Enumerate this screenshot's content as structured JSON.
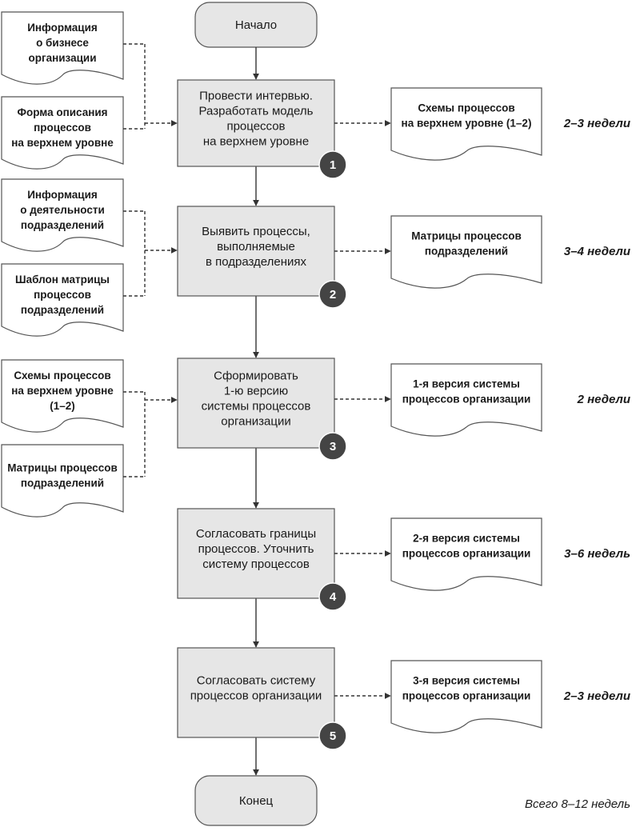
{
  "start_label": "Начало",
  "end_label": "Конец",
  "total_duration": "Всего 8–12 недель",
  "steps": [
    {
      "number": "1",
      "text": [
        "Провести интервью.",
        "Разработать модель",
        "процессов",
        "на верхнем уровне"
      ],
      "inputs": [
        [
          "Информация",
          "о бизнесе",
          "организации"
        ],
        [
          "Форма описания",
          "процессов",
          "на верхнем уровне"
        ]
      ],
      "output": [
        "Схемы процессов",
        "на верхнем уровне (1–2)"
      ],
      "duration": "2–3 недели"
    },
    {
      "number": "2",
      "text": [
        "Выявить процессы,",
        "выполняемые",
        "в подразделениях"
      ],
      "inputs": [
        [
          "Информация",
          "о деятельности",
          "подразделений"
        ],
        [
          "Шаблон матрицы",
          "процессов",
          "подразделений"
        ]
      ],
      "output": [
        "Матрицы процессов",
        "подразделений"
      ],
      "duration": "3–4 недели"
    },
    {
      "number": "3",
      "text": [
        "Сформировать",
        "1-ю версию",
        "системы процессов",
        "организации"
      ],
      "inputs": [
        [
          "Схемы процессов",
          "на верхнем уровне",
          "(1–2)"
        ],
        [
          "Матрицы процессов",
          "подразделений"
        ]
      ],
      "output": [
        "1-я версия системы",
        "процессов организации"
      ],
      "duration": "2 недели"
    },
    {
      "number": "4",
      "text": [
        "Согласовать границы",
        "процессов. Уточнить",
        "систему процессов"
      ],
      "inputs": [],
      "output": [
        "2-я версия системы",
        "процессов организации"
      ],
      "duration": "3–6 недель"
    },
    {
      "number": "5",
      "text": [
        "Согласовать систему",
        "процессов организации"
      ],
      "inputs": [],
      "output": [
        "3-я версия системы",
        "процессов организации"
      ],
      "duration": "2–3 недели"
    }
  ]
}
